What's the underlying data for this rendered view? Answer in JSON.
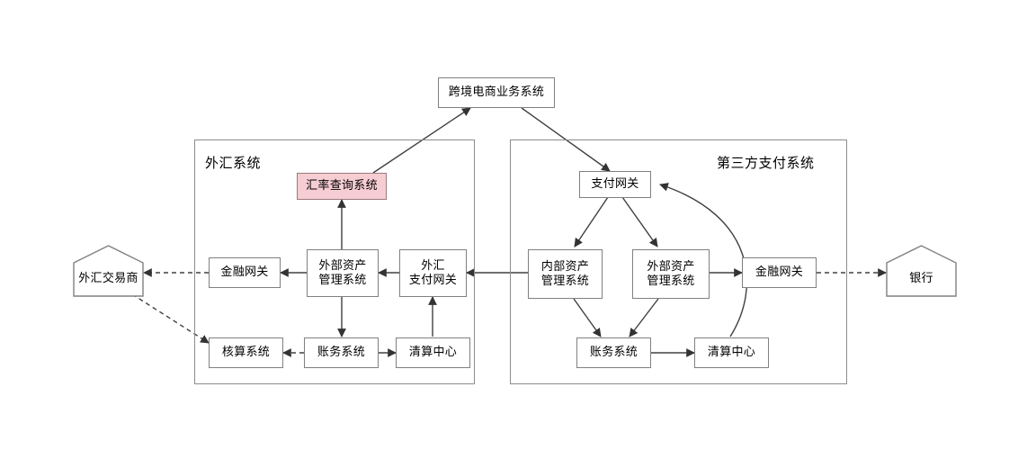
{
  "diagram": {
    "title_box": {
      "label": "跨境电商业务系统"
    },
    "groups": [
      {
        "id": "fx-system",
        "label": "外汇系统"
      },
      {
        "id": "third-party-pay",
        "label": "第三方支付系统"
      }
    ],
    "actors": [
      {
        "id": "fx-dealer",
        "label": "外汇交易商",
        "shape": "pentagon"
      },
      {
        "id": "bank",
        "label": "银行",
        "shape": "pentagon"
      }
    ],
    "fx_nodes": {
      "rate_query": "汇率查询系统",
      "finance_gateway": "金融网关",
      "external_asset_mgmt": "外部资产\n管理系统",
      "fx_payment_gateway": "外汇\n支付网关",
      "accounting_check": "核算系统",
      "bookkeeping": "账务系统",
      "clearing_center": "清算中心"
    },
    "pay_nodes": {
      "payment_gateway": "支付网关",
      "internal_asset_mgmt": "内部资产\n管理系统",
      "external_asset_mgmt": "外部资产\n管理系统",
      "finance_gateway": "金融网关",
      "bookkeeping": "账务系统",
      "clearing_center": "清算中心"
    },
    "colors": {
      "highlight_fill": "#f6cdd3",
      "highlight_border": "#9a7b80",
      "node_border": "#808080",
      "group_border": "#8c8c8c",
      "line": "#404040",
      "background": "#ffffff"
    },
    "edges": [
      {
        "from": "rate_query",
        "to": "title_box",
        "style": "solid"
      },
      {
        "from": "title_box",
        "to": "payment_gateway",
        "style": "solid"
      },
      {
        "from": "external_asset_mgmt_fx",
        "to": "rate_query",
        "style": "solid"
      },
      {
        "from": "external_asset_mgmt_fx",
        "to": "finance_gateway_fx",
        "style": "solid"
      },
      {
        "from": "external_asset_mgmt_fx",
        "to": "bookkeeping_fx",
        "style": "solid"
      },
      {
        "from": "fx_payment_gateway",
        "to": "external_asset_mgmt_fx",
        "style": "solid"
      },
      {
        "from": "clearing_center_fx",
        "to": "fx_payment_gateway",
        "style": "solid"
      },
      {
        "from": "bookkeeping_fx",
        "to": "clearing_center_fx",
        "style": "solid"
      },
      {
        "from": "bookkeeping_fx",
        "to": "accounting_check",
        "style": "dashed"
      },
      {
        "from": "finance_gateway_fx",
        "to": "fx_dealer",
        "style": "dashed"
      },
      {
        "from": "fx_dealer",
        "to": "accounting_check",
        "style": "dashed"
      },
      {
        "from": "internal_asset_mgmt",
        "to": "fx_payment_gateway",
        "style": "solid"
      },
      {
        "from": "payment_gateway",
        "to": "internal_asset_mgmt",
        "style": "solid"
      },
      {
        "from": "payment_gateway",
        "to": "external_asset_mgmt_pay",
        "style": "solid"
      },
      {
        "from": "internal_asset_mgmt",
        "to": "bookkeeping_pay",
        "style": "solid"
      },
      {
        "from": "external_asset_mgmt_pay",
        "to": "bookkeeping_pay",
        "style": "solid"
      },
      {
        "from": "external_asset_mgmt_pay",
        "to": "finance_gateway_pay",
        "style": "solid"
      },
      {
        "from": "bookkeeping_pay",
        "to": "clearing_center_pay",
        "style": "solid"
      },
      {
        "from": "clearing_center_pay",
        "to": "payment_gateway",
        "style": "curved"
      },
      {
        "from": "finance_gateway_pay",
        "to": "bank",
        "style": "dashed"
      }
    ]
  }
}
